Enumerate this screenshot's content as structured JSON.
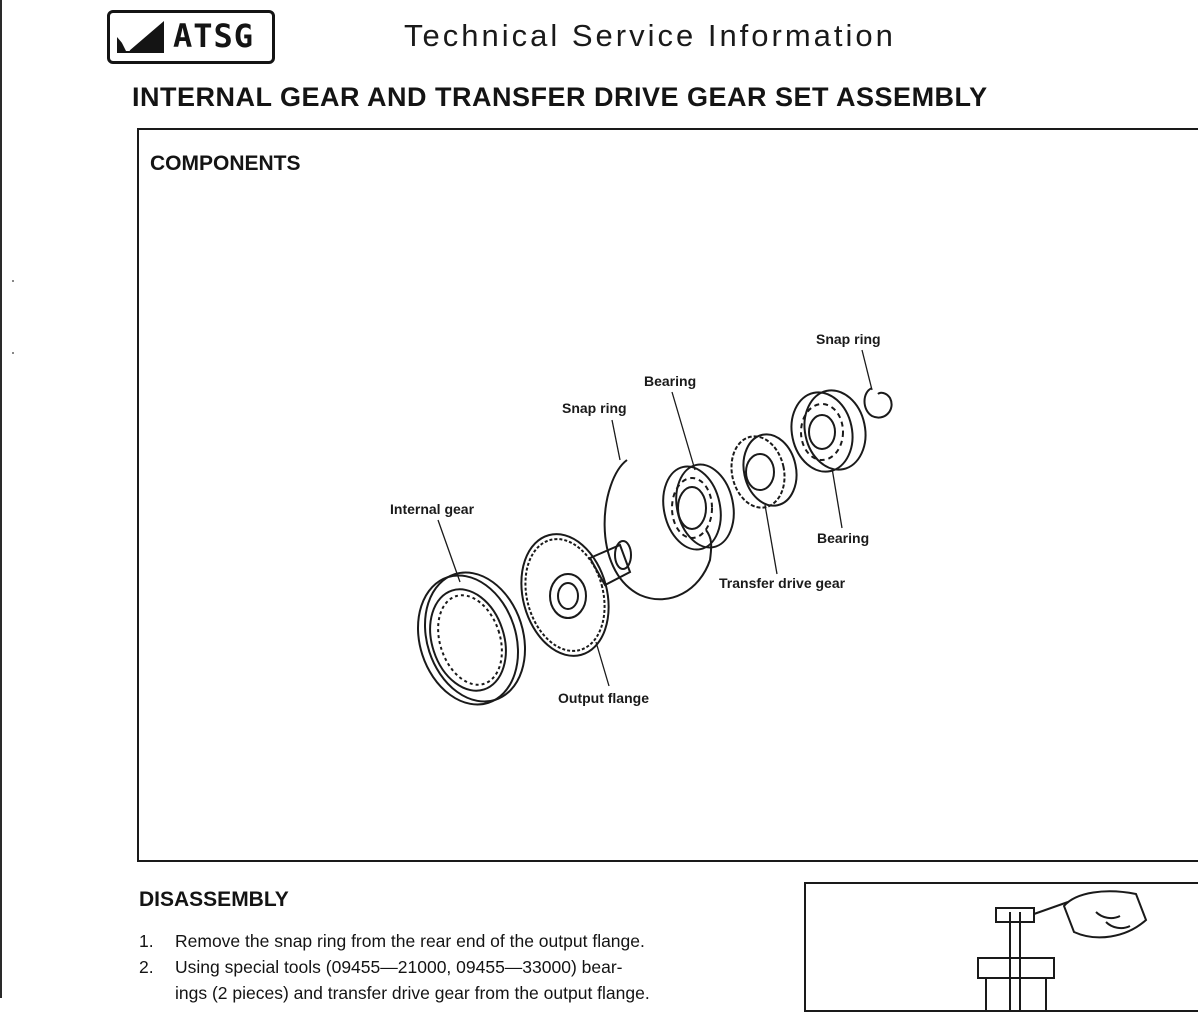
{
  "header": {
    "logo_text": "ATSG",
    "title": "Technical Service Information"
  },
  "section": {
    "title": "INTERNAL GEAR AND TRANSFER DRIVE GEAR SET ASSEMBLY"
  },
  "components": {
    "heading": "COMPONENTS",
    "labels": {
      "snap_ring_right": "Snap ring",
      "bearing_top": "Bearing",
      "snap_ring_left": "Snap ring",
      "internal_gear": "Internal gear",
      "bearing_right": "Bearing",
      "transfer_drive_gear": "Transfer drive gear",
      "output_flange": "Output flange"
    }
  },
  "disassembly": {
    "heading": "DISASSEMBLY",
    "steps": [
      {
        "number": "1.",
        "text": "Remove the snap ring from the rear end of the output flange."
      },
      {
        "number": "2.",
        "text": "Using special tools (09455—21000, 09455—33000) bear-"
      }
    ],
    "step2_continuation": "ings (2 pieces) and transfer drive gear from the output flange."
  },
  "colors": {
    "ink": "#141414",
    "paper": "#ffffff"
  }
}
